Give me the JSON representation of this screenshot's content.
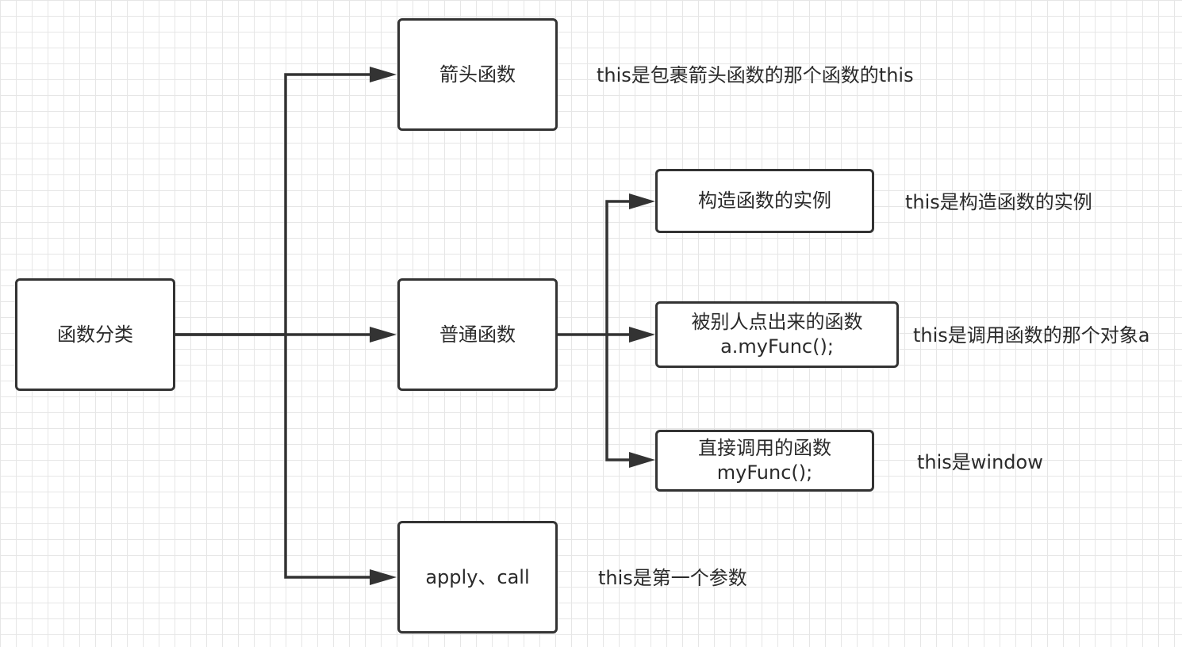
{
  "nodes": {
    "root": {
      "label": "函数分类"
    },
    "arrow_fn": {
      "label": "箭头函数"
    },
    "normal_fn": {
      "label": "普通函数"
    },
    "apply_call": {
      "label": "apply、call"
    },
    "constructor": {
      "label": "构造函数的实例"
    },
    "method_call": {
      "label": "被别人点出来的函数",
      "sublabel": "a.myFunc();"
    },
    "direct_call": {
      "label": "直接调用的函数",
      "sublabel": "myFunc();"
    }
  },
  "notes": {
    "arrow_fn": "this是包裹箭头函数的那个函数的this",
    "constructor": "this是构造函数的实例",
    "method_call": "this是调用函数的那个对象a",
    "direct_call": "this是window",
    "apply_call": "this是第一个参数"
  },
  "colors": {
    "line": "#333333",
    "text": "#2a2a2a",
    "grid": "#e6e6e6",
    "background": "#ffffff"
  }
}
